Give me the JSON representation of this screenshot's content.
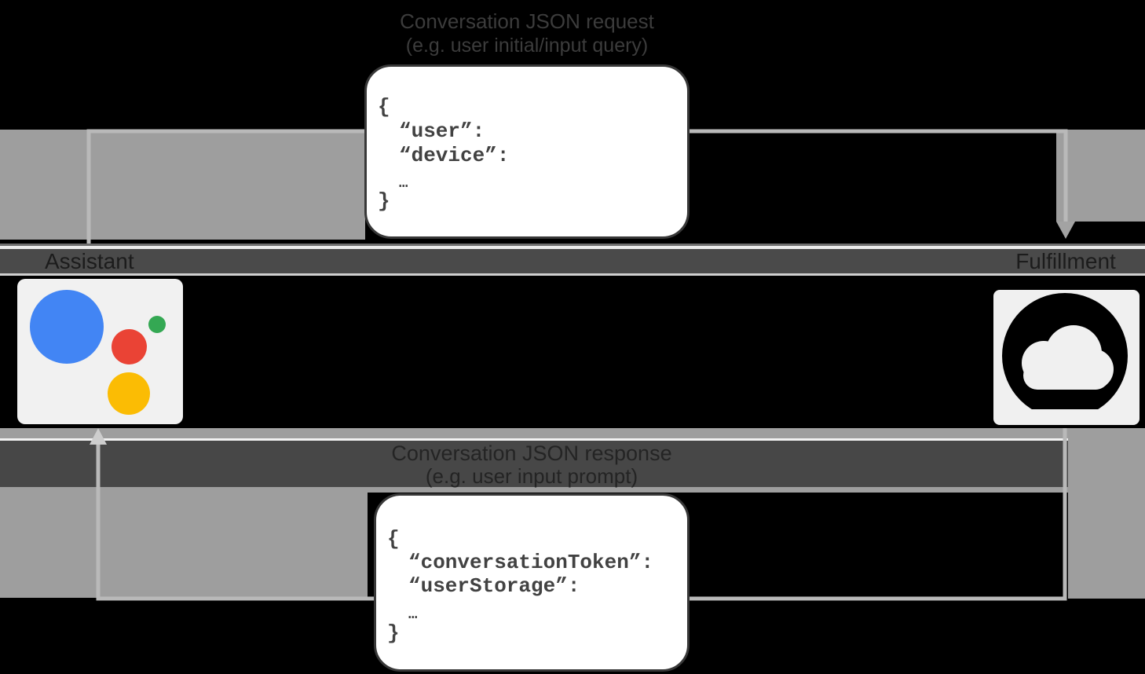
{
  "diagram": {
    "request": {
      "label_line1": "Conversation JSON request",
      "label_line2": "(e.g. user initial/input query)",
      "code_lines": [
        "{",
        "“user”:",
        "“device”:",
        "…",
        "}"
      ]
    },
    "response": {
      "label_line1": "Conversation JSON response",
      "label_line2": "(e.g. user input prompt)",
      "code_lines": [
        "{",
        "“conversationToken”:",
        "“userStorage”:",
        "…",
        "}"
      ]
    },
    "actors": {
      "assistant": {
        "label": "Assistant",
        "icon": "google-assistant-logo"
      },
      "fulfillment": {
        "label": "Fulfillment",
        "icon": "google-cloud-logo"
      }
    },
    "colors": {
      "backdrop_gray": "#9e9e9e",
      "label_strip_dark": "#474747",
      "name_band_dark": "#4a4a4a",
      "arrow_gray": "#b9b9b9",
      "code_text": "#424242",
      "code_box_border": "#383838",
      "assistant_blue": "#4285f4",
      "assistant_red": "#ea4335",
      "assistant_green": "#34a853",
      "assistant_yellow": "#fbbc04",
      "cloud_logo_black": "#000000"
    }
  }
}
